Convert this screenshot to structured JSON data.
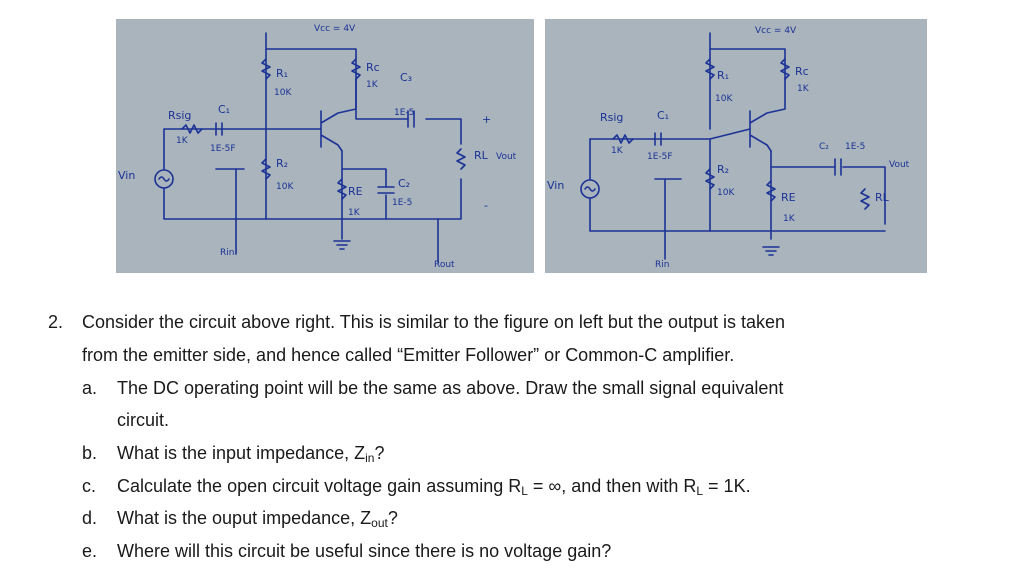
{
  "photo_left": {
    "vcc": "Vcc = 4V",
    "r1": "R₁",
    "r1_val": "10K",
    "rc": "Rc",
    "rc_val": "1K",
    "c3": "C₃",
    "c3_val": "1E-5",
    "rsig": "Rsig",
    "rsig_val": "1K",
    "c1": "C₁",
    "c1_val": "1E-5F",
    "r2": "R₂",
    "r2_val": "10K",
    "re": "RE",
    "re_val": "1K",
    "c2": "C₂",
    "c2_val": "1E-5",
    "rl": "RL",
    "vout": "Vout",
    "vin": "Vin",
    "rin": "Rin",
    "rout": "Rout",
    "plus": "+",
    "minus": "-"
  },
  "photo_right": {
    "vcc": "Vcc = 4V",
    "r1": "R₁",
    "r1_val": "10K",
    "rc": "Rc",
    "rc_val": "1K",
    "rsig": "Rsig",
    "rsig_val": "1K",
    "c1": "C₁",
    "c1_val": "1E-5F",
    "r2": "R₂",
    "r2_val": "10K",
    "re": "RE",
    "re_val": "1K",
    "c2": "C₂",
    "c2_val": "1E-5",
    "rl": "RL",
    "vout": "Vout",
    "vin": "Vin",
    "rin": "Rin"
  },
  "question": {
    "number": "2.",
    "intro_1": "Consider the circuit above right. This is similar to the figure on left but the output is taken",
    "intro_2": "from the emitter side, and hence called “Emitter Follower” or Common-C amplifier.",
    "a_label": "a.",
    "a_text_1": "The DC operating point will be the same as above. Draw the small signal equivalent",
    "a_text_2": "circuit.",
    "b_label": "b.",
    "b_text_pre": "What is the input impedance, Z",
    "b_sub": "in",
    "b_text_post": "?",
    "c_label": "c.",
    "c_text_pre": "Calculate the open circuit voltage gain assuming R",
    "c_sub_1": "L",
    "c_text_mid": " = ∞, and then with R",
    "c_sub_2": "L",
    "c_text_post": " = 1K.",
    "d_label": "d.",
    "d_text_pre": "What is the ouput impedance, Z",
    "d_sub": "out",
    "d_text_post": "?",
    "e_label": "e.",
    "e_text": "Where will this circuit be useful since there is no voltage gain?"
  }
}
